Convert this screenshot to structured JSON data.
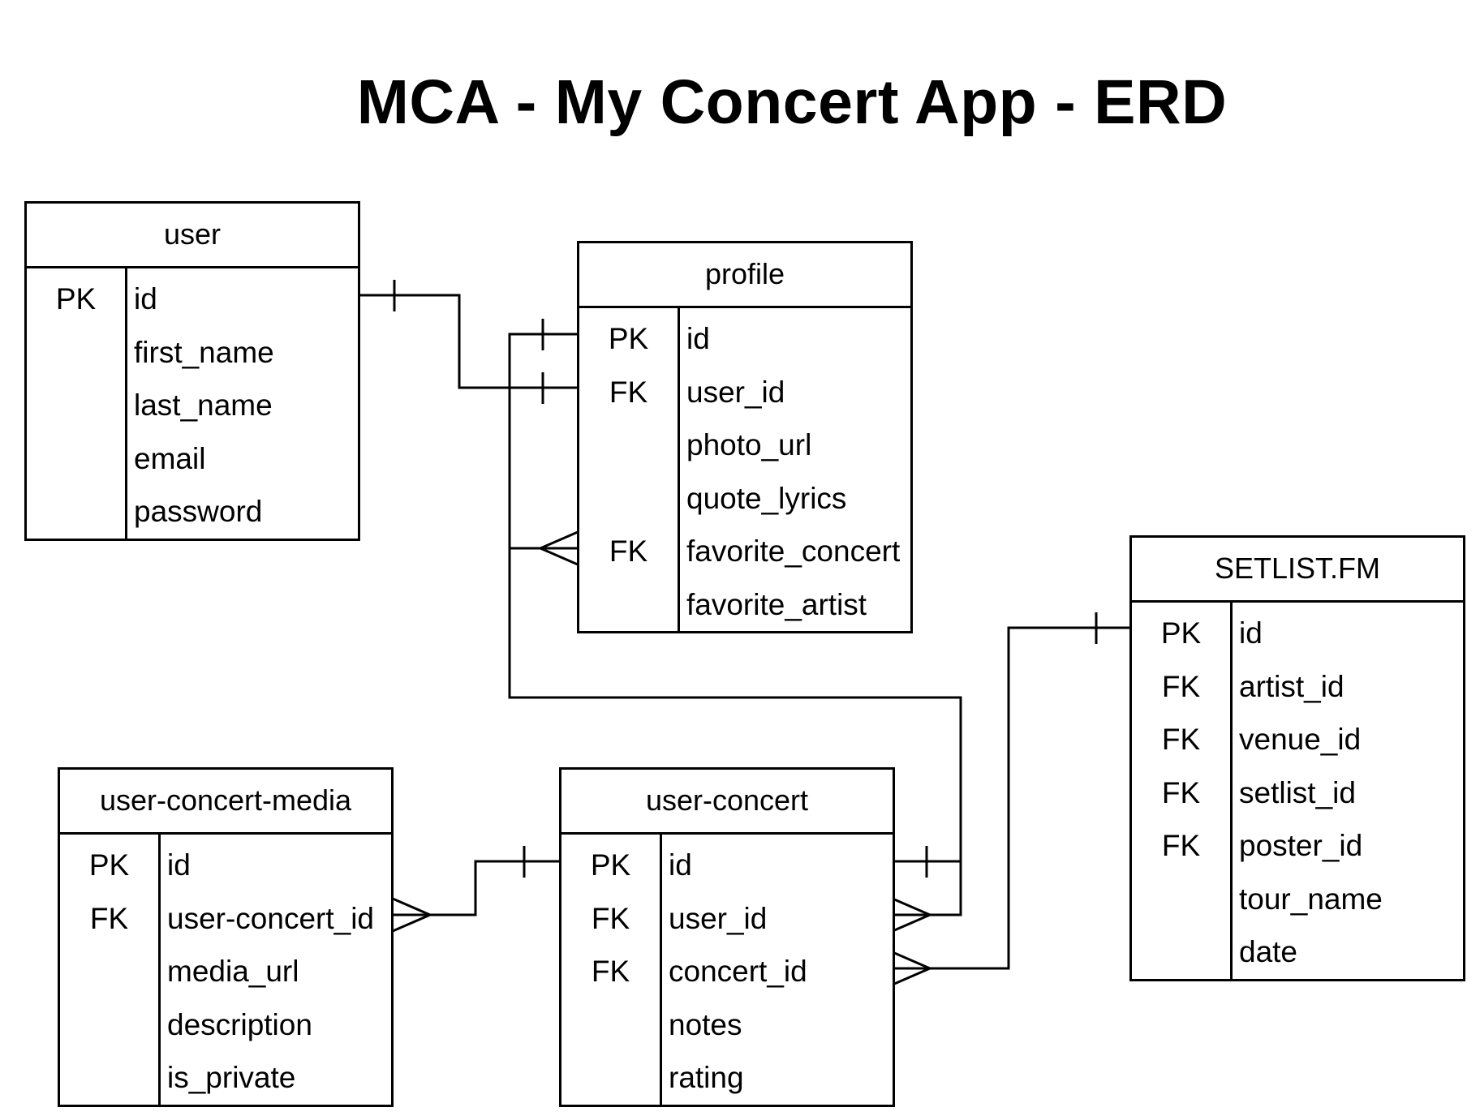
{
  "title": "MCA - My Concert App - ERD",
  "entities": [
    {
      "name": "user",
      "fields": [
        {
          "key": "PK",
          "name": "id"
        },
        {
          "key": "",
          "name": "first_name"
        },
        {
          "key": "",
          "name": "last_name"
        },
        {
          "key": "",
          "name": "email"
        },
        {
          "key": "",
          "name": "password"
        }
      ]
    },
    {
      "name": "profile",
      "fields": [
        {
          "key": "PK",
          "name": "id"
        },
        {
          "key": "FK",
          "name": "user_id"
        },
        {
          "key": "",
          "name": "photo_url"
        },
        {
          "key": "",
          "name": "quote_lyrics"
        },
        {
          "key": "FK",
          "name": "favorite_concert"
        },
        {
          "key": "",
          "name": "favorite_artist"
        }
      ]
    },
    {
      "name": "SETLIST.FM",
      "fields": [
        {
          "key": "PK",
          "name": "id"
        },
        {
          "key": "FK",
          "name": "artist_id"
        },
        {
          "key": "FK",
          "name": "venue_id"
        },
        {
          "key": "FK",
          "name": "setlist_id"
        },
        {
          "key": "FK",
          "name": "poster_id"
        },
        {
          "key": "",
          "name": "tour_name"
        },
        {
          "key": "",
          "name": "date"
        }
      ]
    },
    {
      "name": "user-concert-media",
      "fields": [
        {
          "key": "PK",
          "name": "id"
        },
        {
          "key": "FK",
          "name": "user-concert_id"
        },
        {
          "key": "",
          "name": "media_url"
        },
        {
          "key": "",
          "name": "description"
        },
        {
          "key": "",
          "name": "is_private"
        }
      ]
    },
    {
      "name": "user-concert",
      "fields": [
        {
          "key": "PK",
          "name": "id"
        },
        {
          "key": "FK",
          "name": "user_id"
        },
        {
          "key": "FK",
          "name": "concert_id"
        },
        {
          "key": "",
          "name": "notes"
        },
        {
          "key": "",
          "name": "rating"
        }
      ]
    }
  ],
  "relationships": [
    {
      "from": "user.id",
      "to": "profile.user_id",
      "from_end": "one",
      "to_end": "one"
    },
    {
      "from": "profile.id",
      "to": "user-concert.user_id",
      "from_end": "one",
      "to_end": "many"
    },
    {
      "from": "user-concert.id",
      "to": "profile.favorite_concert",
      "from_end": "one",
      "to_end": "many"
    },
    {
      "from": "user-concert.id",
      "to": "user-concert-media.user-concert_id",
      "from_end": "one",
      "to_end": "many"
    },
    {
      "from": "SETLIST.FM.id",
      "to": "user-concert.concert_id",
      "from_end": "one",
      "to_end": "many"
    }
  ]
}
